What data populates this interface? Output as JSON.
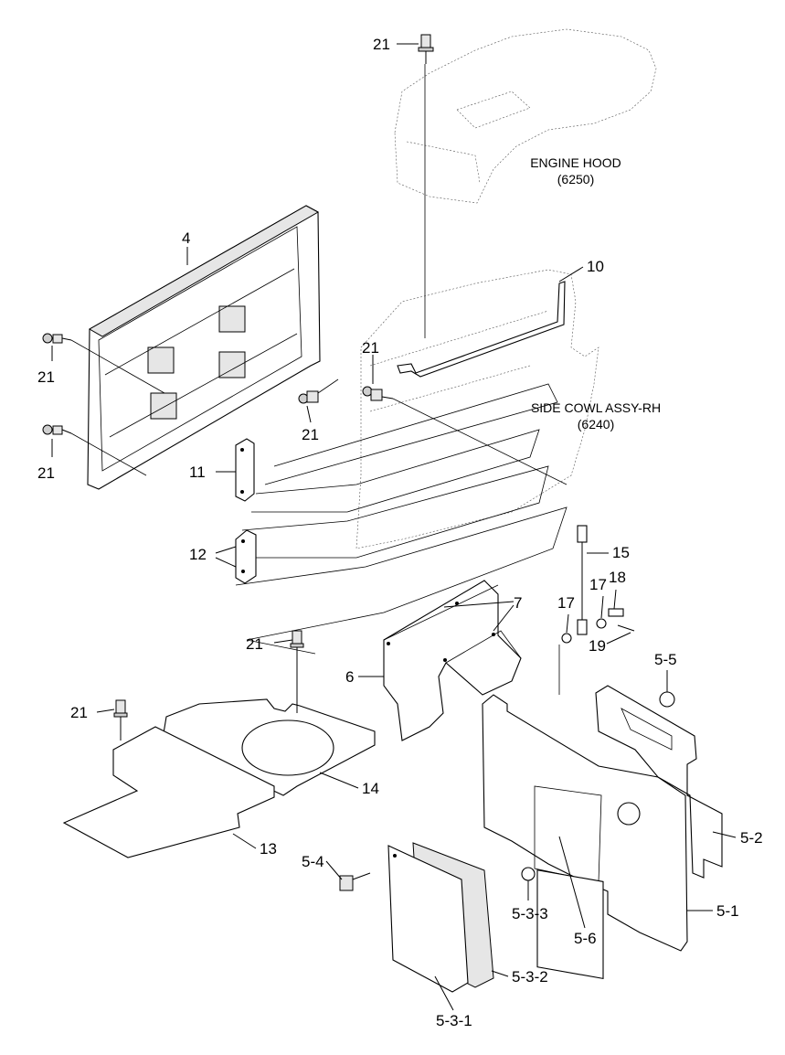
{
  "notes": {
    "engine_hood": [
      "ENGINE HOOD",
      "(6250)"
    ],
    "side_cowl": [
      "SIDE COWL ASSY-RH",
      "(6240)"
    ]
  },
  "callouts": {
    "c21a": "21",
    "c21b": "21",
    "c21c": "21",
    "c21d": "21",
    "c21e": "21",
    "c21f": "21",
    "c21g": "21",
    "c4": "4",
    "c10": "10",
    "c11": "11",
    "c12": "12",
    "c15": "15",
    "c7": "7",
    "c17a": "17",
    "c17b": "17",
    "c18": "18",
    "c19": "19",
    "c6": "6",
    "c55": "5-5",
    "c14": "14",
    "c13": "13",
    "c52": "5-2",
    "c54": "5-4",
    "c533": "5-3-3",
    "c51": "5-1",
    "c56": "5-6",
    "c532": "5-3-2",
    "c531": "5-3-1"
  },
  "colors": {
    "line": "#000000",
    "panel_fill": "#e6e6e6",
    "background": "#ffffff"
  }
}
